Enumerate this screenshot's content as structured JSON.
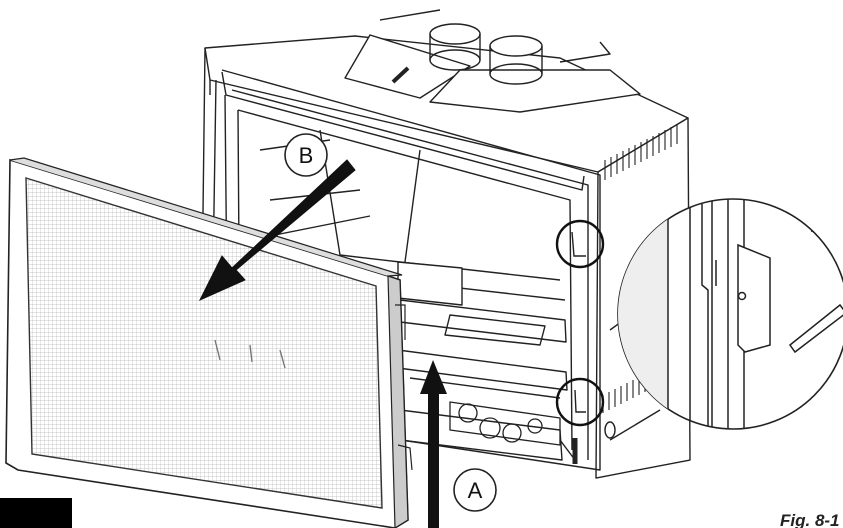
{
  "callouts": {
    "a": "A",
    "b": "B"
  },
  "figure": {
    "label": "Fig. 8-1"
  },
  "icons": {
    "arrow_a": "arrow-up-icon",
    "arrow_b": "arrow-down-left-icon",
    "zoom_top": "circle-highlight-icon",
    "zoom_bottom": "circle-highlight-icon",
    "detail": "magnified-detail-icon"
  },
  "colors": {
    "line": "#222222",
    "grid": "#b8b8b8",
    "arrow": "#111111",
    "black_tab": "#000000"
  }
}
